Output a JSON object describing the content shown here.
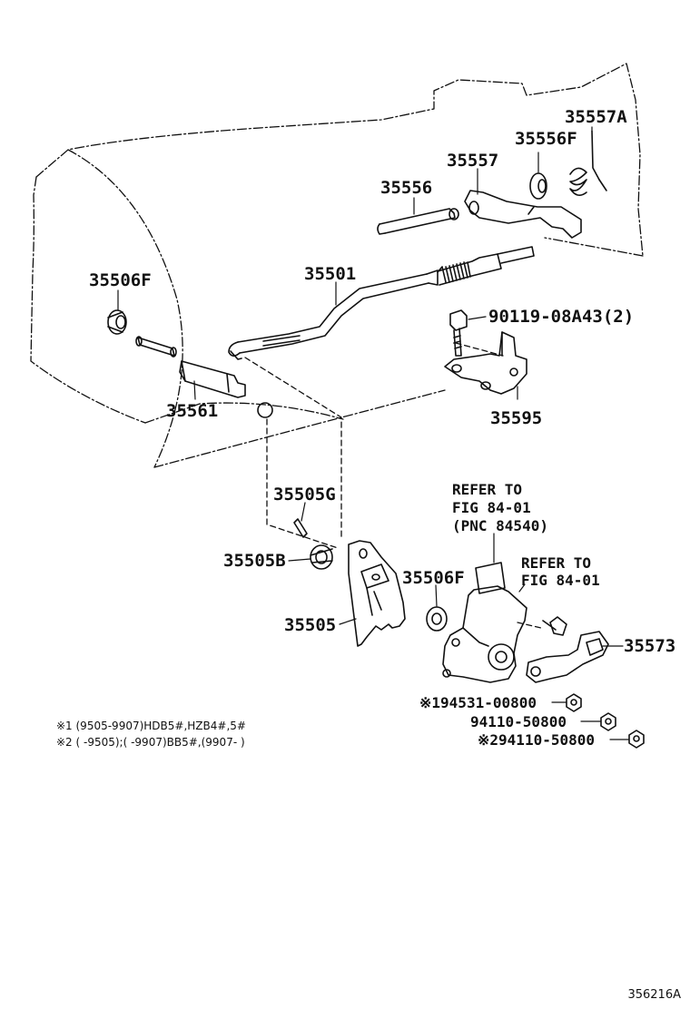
{
  "labels": {
    "p35557A": "35557A",
    "p35556F": "35556F",
    "p35557": "35557",
    "p35556": "35556",
    "p35506F_top": "35506F",
    "p35501": "35501",
    "p90119": "90119-08A43(2)",
    "p35561": "35561",
    "p35595": "35595",
    "p35505G": "35505G",
    "p35505B": "35505B",
    "p35506F_mid": "35506F",
    "p35505": "35505",
    "p35573": "35573",
    "p94531": "※194531-00800",
    "p94110a": "94110-50800",
    "p94110b": "※294110-50800"
  },
  "refer_boxes": [
    {
      "line1": "REFER TO",
      "line2": "FIG 84-01",
      "line3": "(PNC 84540)"
    },
    {
      "line1": "REFER TO",
      "line2": "FIG 84-01"
    }
  ],
  "notes": {
    "note1": "※1 (9505-9907)HDB5#,HZB4#,5#",
    "note2": "※2 (        -9505);(        -9907)BB5#,(9907-        )"
  },
  "figure_id": "356216A"
}
